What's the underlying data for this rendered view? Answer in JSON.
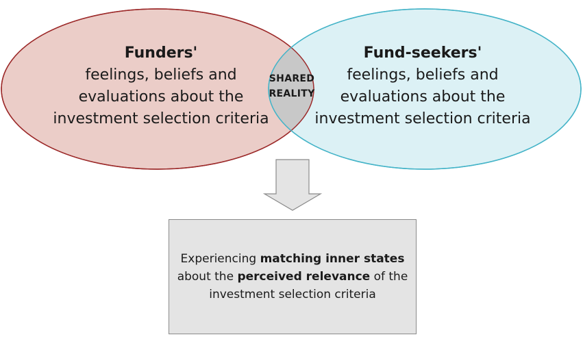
{
  "funders": {
    "title": "Funders'",
    "lines": [
      "feelings, beliefs and",
      "evaluations about the",
      "investment selection criteria"
    ]
  },
  "fund_seekers": {
    "title": "Fund-seekers'",
    "lines": [
      "feelings, beliefs and",
      "evaluations about the",
      "investment selection criteria"
    ]
  },
  "shared_reality": {
    "line1": "SHARED",
    "line2": "REALITY"
  },
  "result": {
    "line1_plain": "Experiencing ",
    "line1_bold": "matching inner states",
    "line2_plain_a": "about the ",
    "line2_bold": "perceived relevance",
    "line2_plain_b": " of the",
    "line3": "investment selection criteria"
  },
  "colors": {
    "funders_fill": "#ebcdc8",
    "funders_stroke": "#9c2a2a",
    "seekers_fill": "#dcf1f5",
    "seekers_stroke": "#45b4c8",
    "overlap_fill": "#c8c8c8",
    "arrow_fill": "#e4e4e4",
    "arrow_stroke": "#8a8a8a"
  }
}
